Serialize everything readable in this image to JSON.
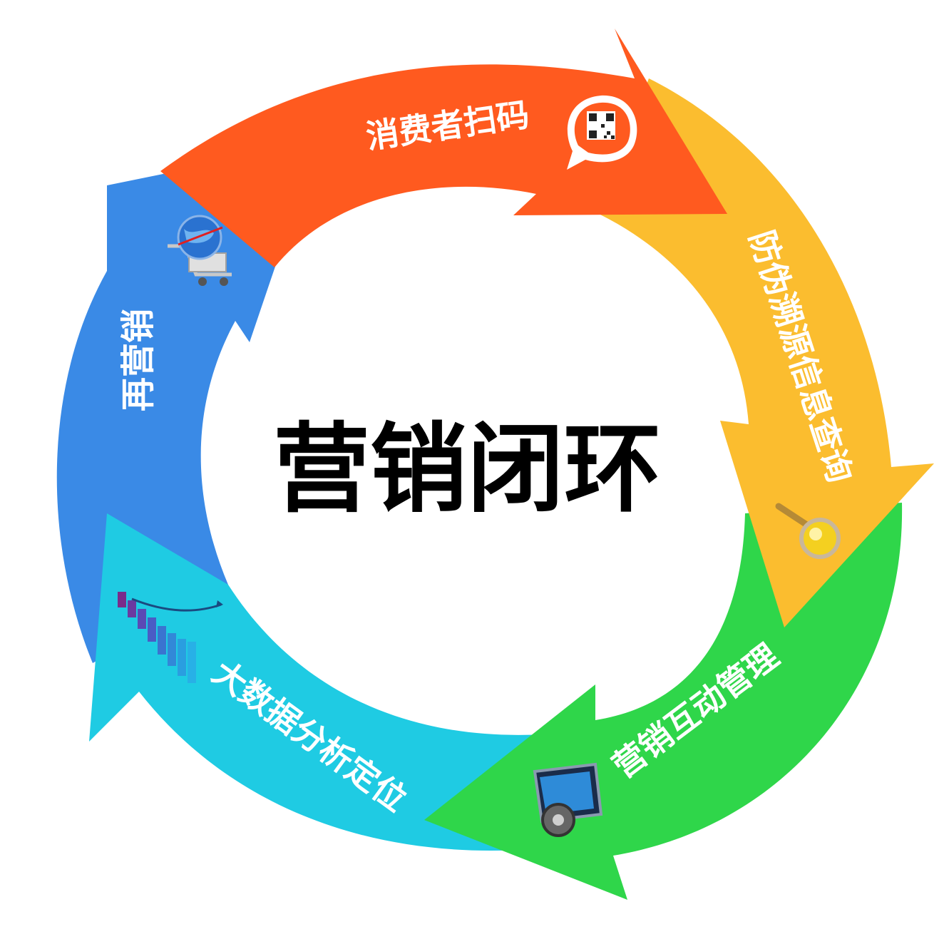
{
  "title": "营销闭环",
  "segments": [
    {
      "label": "消费者扫码",
      "color": "#ff5a1f",
      "icon": "qr-code-chat-icon"
    },
    {
      "label": "防伪溯源信息查询",
      "color": "#fbbd2f",
      "icon": "magnifier-icon"
    },
    {
      "label": "营销互动管理",
      "color": "#2fd64a",
      "icon": "monitor-gear-icon"
    },
    {
      "label": "大数据分析定位",
      "color": "#1fcbe3",
      "icon": "bar-chart-icon"
    },
    {
      "label": "再营销",
      "color": "#3a8ae6",
      "icon": "globe-cart-icon"
    }
  ]
}
